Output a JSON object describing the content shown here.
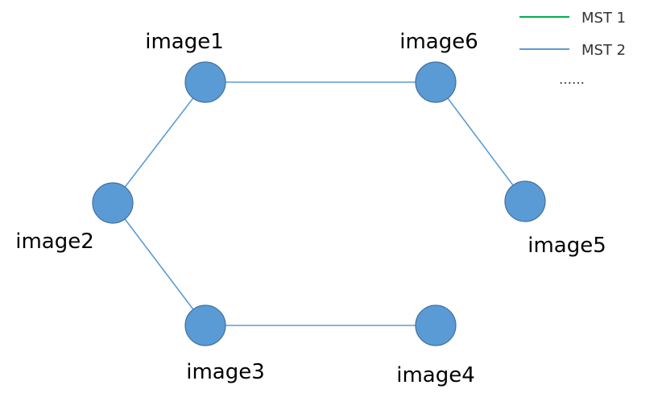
{
  "colors": {
    "node_fill": "#5b9bd5",
    "node_stroke": "#41719c",
    "edge": "#5b9bd5",
    "mst1": "#00b050",
    "mst2": "#5b9bd5"
  },
  "legend": {
    "items": [
      {
        "label": "MST 1",
        "color": "#00b050"
      },
      {
        "label": "MST 2",
        "color": "#5b9bd5"
      }
    ],
    "more": "……"
  },
  "nodes": [
    {
      "id": "image1",
      "label": "image1"
    },
    {
      "id": "image2",
      "label": "image2"
    },
    {
      "id": "image3",
      "label": "image3"
    },
    {
      "id": "image4",
      "label": "image4"
    },
    {
      "id": "image5",
      "label": "image5"
    },
    {
      "id": "image6",
      "label": "image6"
    }
  ],
  "edges": [
    {
      "from": "image1",
      "to": "image6",
      "tree": "MST 2"
    },
    {
      "from": "image1",
      "to": "image2",
      "tree": "MST 2"
    },
    {
      "from": "image2",
      "to": "image3",
      "tree": "MST 2"
    },
    {
      "from": "image3",
      "to": "image4",
      "tree": "MST 2"
    },
    {
      "from": "image6",
      "to": "image5",
      "tree": "MST 2"
    }
  ]
}
